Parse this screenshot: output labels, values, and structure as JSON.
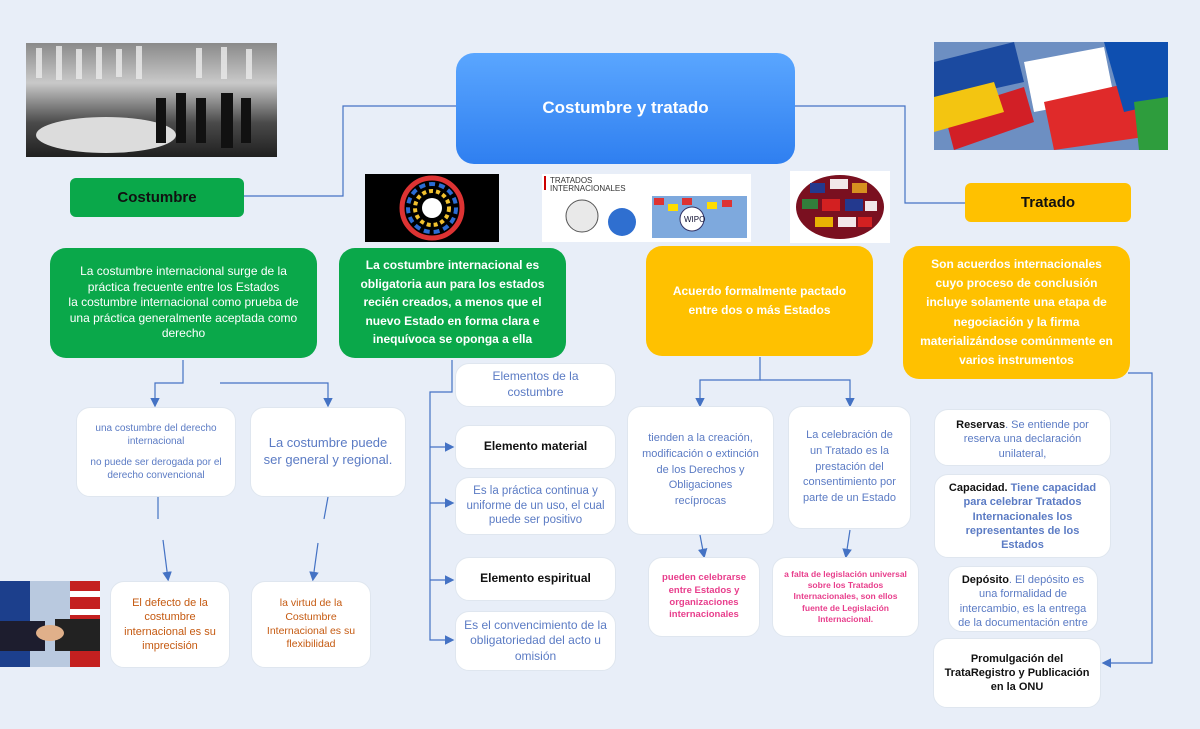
{
  "main": {
    "title": "Costumbre y tratado"
  },
  "left_header": "Costumbre",
  "right_header": "Tratado",
  "logo_text": {
    "line1": "TRATADOS",
    "line2": "INTERNACIONALES",
    "wipo": "WIPO"
  },
  "cards": {
    "costumbre_def": "La costumbre internacional surge de la práctica frecuente entre los Estados\nla costumbre internacional como prueba de una práctica generalmente aceptada como derecho",
    "costumbre_oblig": "La costumbre internacional es obligatoria aun para los estados recién creados, a menos que el nuevo Estado en forma clara e inequívoca se oponga a ella",
    "acuerdo": "Acuerdo formalmente pactado entre dos o más Estados",
    "son_acuerdos": "Son acuerdos internacionales cuyo proceso de conclusión incluye solamente una etapa de negociación y la firma materializándose comúnmente en varios instrumentos",
    "derecho_intl_1": "una costumbre del derecho internacional",
    "derecho_intl_2": "no puede ser derogada por el derecho convencional",
    "general_regional": "La costumbre puede ser general y regional.",
    "defecto": "El defecto de la costumbre internacional es su imprecisión",
    "virtud": "la virtud de la Costumbre Internacional es su flexibilidad",
    "elementos": "Elementos de la costumbre",
    "elemento_material": "Elemento material",
    "practica_continua": "Es la práctica continua y uniforme de un uso, el cual puede ser positivo",
    "elemento_espiritual": "Elemento espiritual",
    "convencimiento": "Es el convencimiento de la obligatoriedad del acto u omisión",
    "tienden": "tienden a la creación, modificación o extinción de los Derechos y Obligaciones recíprocas",
    "celebracion": "La celebración de un Tratado es la prestación del consentimiento por parte de un Estado",
    "pueden": "pueden celebrarse entre Estados y organizaciones internacionales",
    "falta": "a falta de legislación universal sobre los Tratados Internacionales, son ellos fuente de Legislación Internacional.",
    "reservas_bold": "Reservas",
    "reservas_text": ". Se entiende por reserva una declaración unilateral,",
    "capacidad_bold": "Capacidad.",
    "capacidad_text": " Tiene capacidad para celebrar Tratados Internacionales los representantes de los Estados",
    "deposito_bold": "Depósito",
    "deposito_text": ". El depósito es una formalidad de intercambio, es la entrega de la documentación entre",
    "promulgacion": "Promulgación del TrataRegistro y Publicación en la ONU"
  },
  "colors": {
    "green": "#0aa84a",
    "yellow": "#ffc100",
    "blue_main": "#3d8bf5",
    "line": "#4472c4",
    "orange_text": "#c55a11",
    "pink_text": "#e83e8c",
    "blue_text": "#5b7bc4"
  }
}
